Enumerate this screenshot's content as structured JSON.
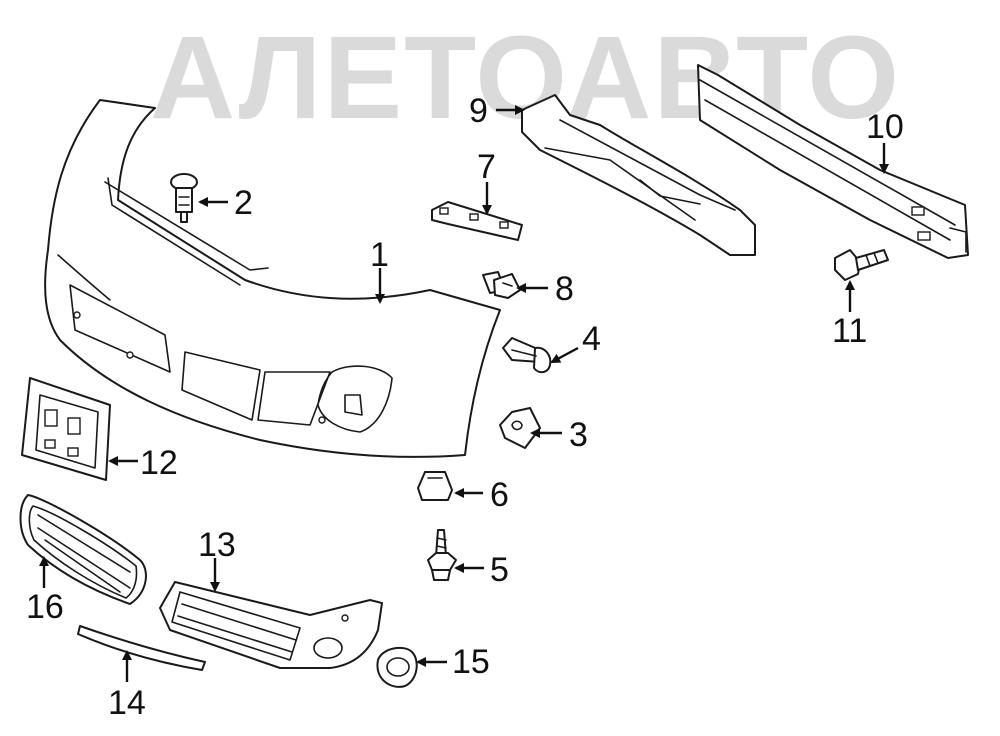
{
  "watermark": {
    "text": "АЛЕТОАВТО"
  },
  "callouts": [
    {
      "id": "1",
      "label": "1"
    },
    {
      "id": "2",
      "label": "2"
    },
    {
      "id": "3",
      "label": "3"
    },
    {
      "id": "4",
      "label": "4"
    },
    {
      "id": "5",
      "label": "5"
    },
    {
      "id": "6",
      "label": "6"
    },
    {
      "id": "7",
      "label": "7"
    },
    {
      "id": "8",
      "label": "8"
    },
    {
      "id": "9",
      "label": "9"
    },
    {
      "id": "10",
      "label": "10"
    },
    {
      "id": "11",
      "label": "11"
    },
    {
      "id": "12",
      "label": "12"
    },
    {
      "id": "13",
      "label": "13"
    },
    {
      "id": "14",
      "label": "14"
    },
    {
      "id": "15",
      "label": "15"
    },
    {
      "id": "16",
      "label": "16"
    }
  ]
}
